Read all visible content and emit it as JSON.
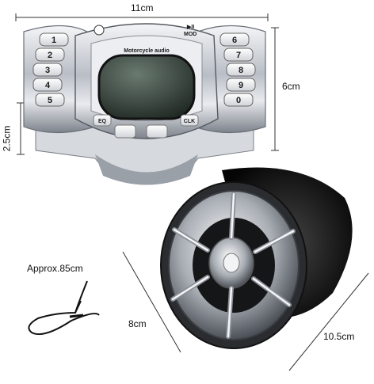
{
  "dimensions": {
    "width": "11cm",
    "height": "6cm",
    "depth": "2.5cm",
    "speaker_height": "8cm",
    "speaker_width": "10.5cm",
    "cable": "Approx.85cm"
  },
  "controller": {
    "title": "Motorcycle audio",
    "mode_label": "MOD",
    "left_keys": [
      "1",
      "2",
      "3",
      "4",
      "5"
    ],
    "right_keys": [
      "6",
      "7",
      "8",
      "9",
      "0"
    ],
    "bottom_left_label": "EQ",
    "bottom_right_label": "CLK"
  },
  "colors": {
    "chrome": "#c8ccd2",
    "dark": "#1d1f22",
    "screen": "#3a4a44"
  }
}
